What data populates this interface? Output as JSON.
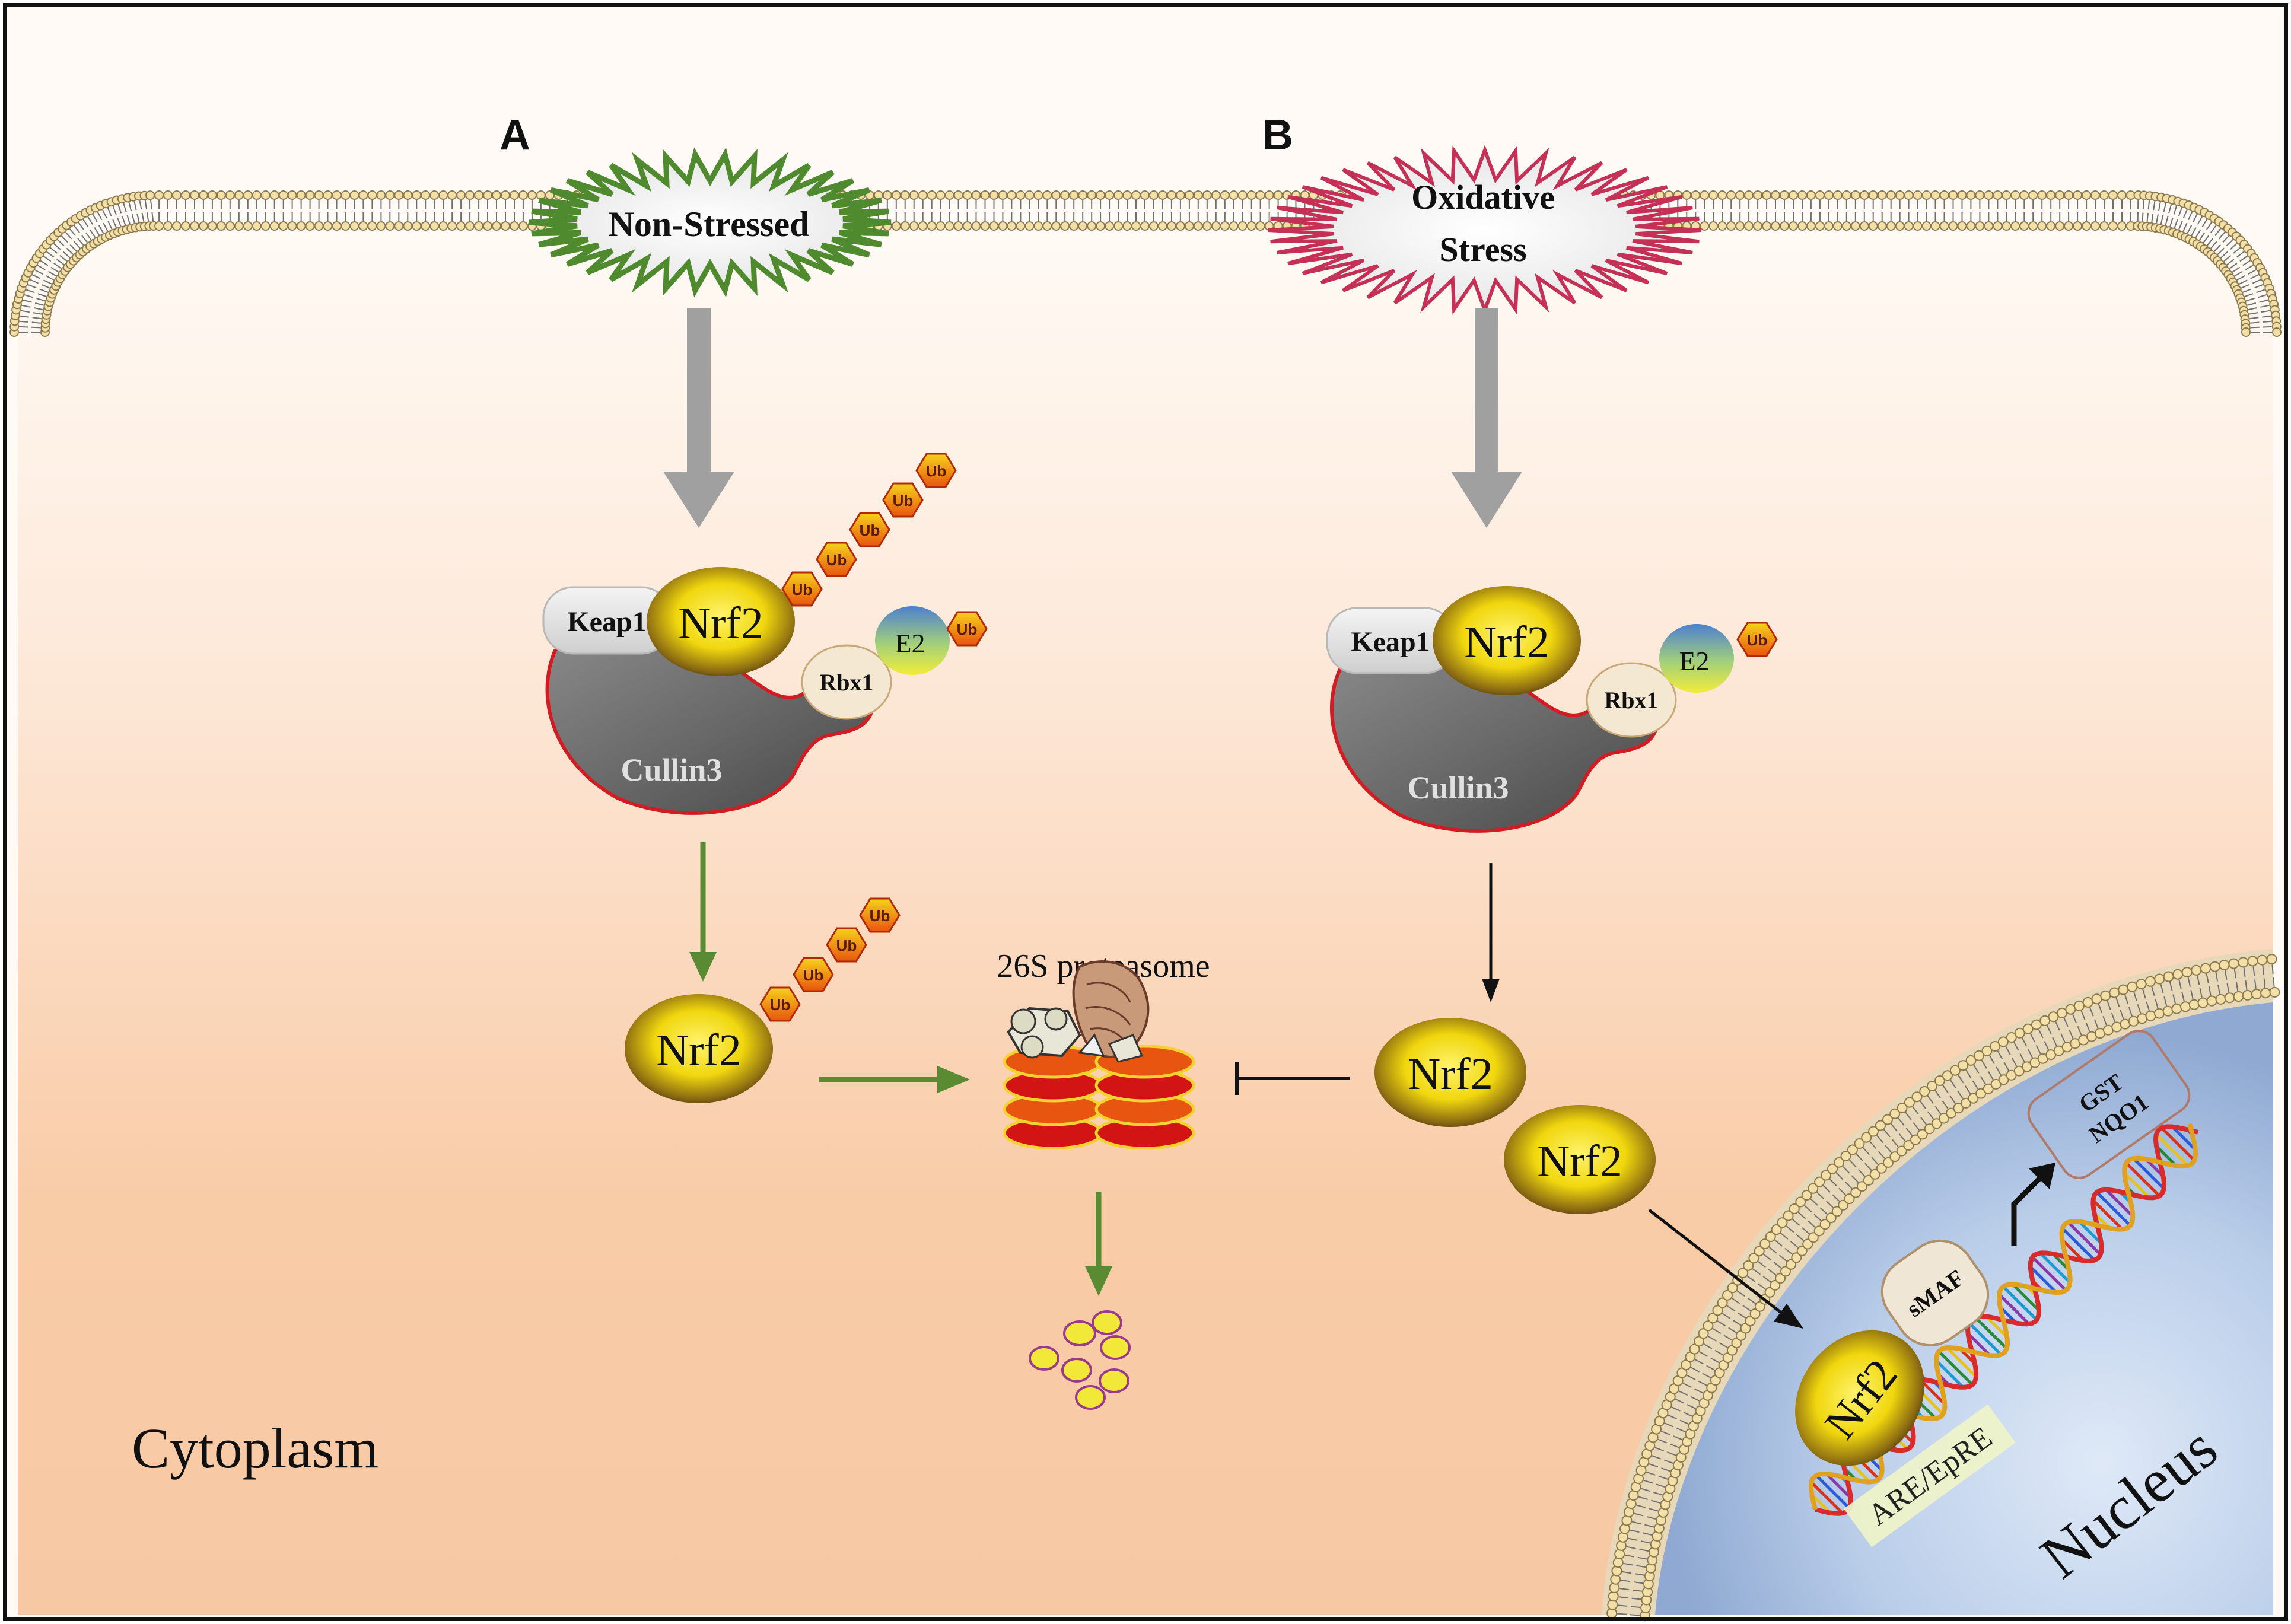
{
  "panels": {
    "a": {
      "letter": "A",
      "condition": "Non-Stressed"
    },
    "b": {
      "letter": "B",
      "condition_line1": "Oxidative",
      "condition_line2": "Stress"
    }
  },
  "proteins": {
    "keap1": "Keap1",
    "nrf2": "Nrf2",
    "rbx1": "Rbx1",
    "e2": "E2",
    "cullin3": "Cullin3",
    "ub": "Ub",
    "smaf": "sMAF"
  },
  "labels": {
    "proteasome": "26S proteasome",
    "cytoplasm": "Cytoplasm",
    "nucleus": "Nucleus",
    "gene_line1": "GST",
    "gene_line2": "NQO1",
    "are": "ARE/EpRE"
  },
  "colors": {
    "arrow_gray": "#a0a0a0",
    "arrow_green": "#5a8a32",
    "nrf2_yellow": "#f2de10",
    "ub_orange": "#e85a10",
    "cullin_outline": "#d21c24",
    "nucleus_blue": "#b8cce8",
    "stress_burst": "#c83258",
    "nonstress_burst": "#5a8a32"
  }
}
